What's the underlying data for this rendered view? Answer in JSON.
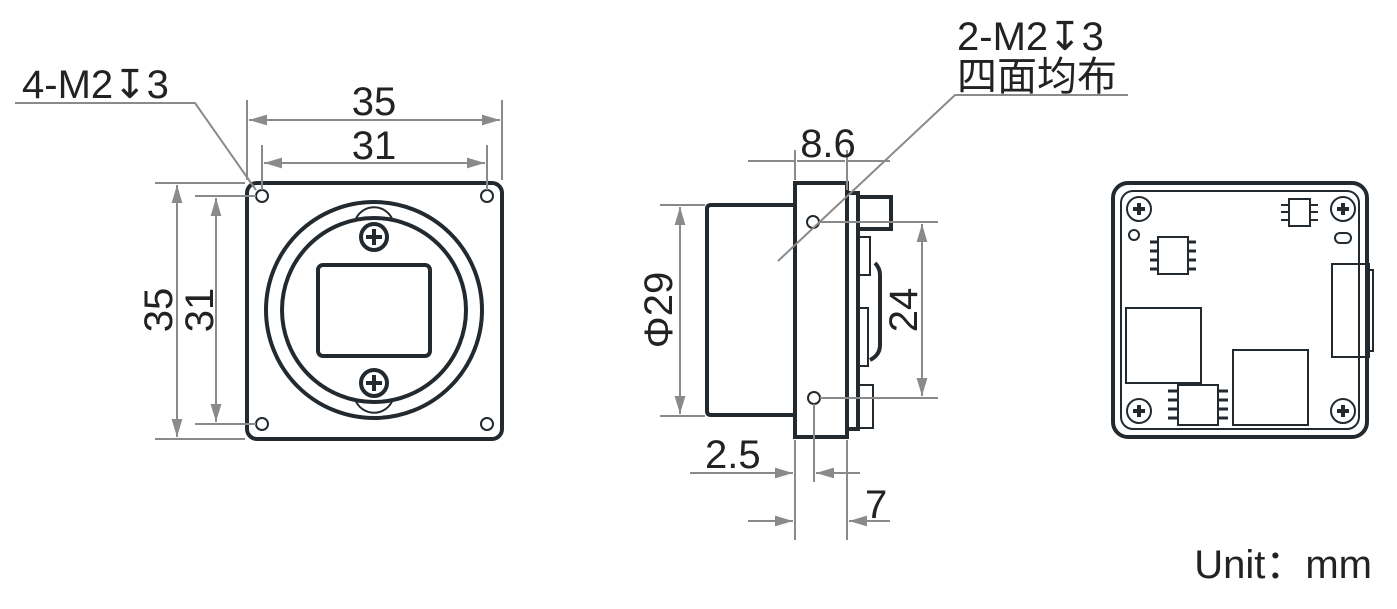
{
  "labels": {
    "front_thread": "4-M2↧3",
    "front_width_outer": "35",
    "front_width_inner": "31",
    "front_height_outer": "35",
    "front_height_inner": "31",
    "side_thread_line1": "2-M2↧3",
    "side_thread_line2": "四面均布",
    "side_depth": "8.6",
    "lens_diameter": "Φ29",
    "hole_spacing": "24",
    "hole_offset": "2.5",
    "back_depth": "7",
    "unit": "Unit：mm"
  },
  "colors": {
    "outline": "#222a30",
    "dimension": "#8a8a8a"
  }
}
